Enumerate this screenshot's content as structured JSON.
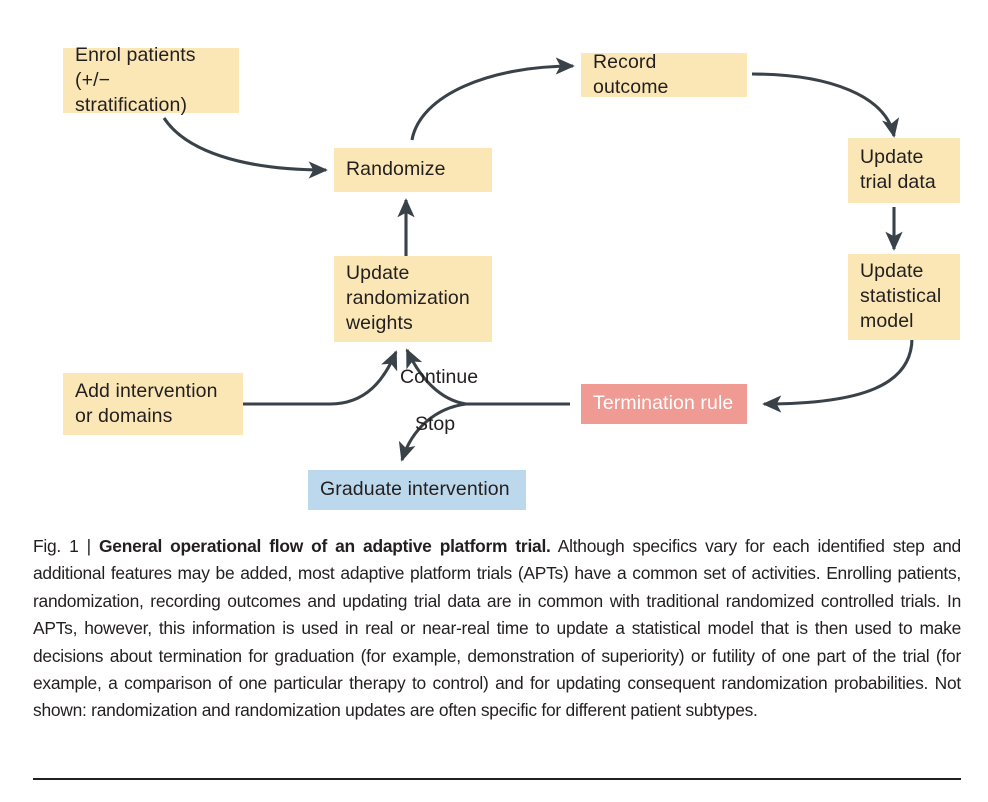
{
  "figure": {
    "nodes": [
      {
        "id": "enrol",
        "label": "Enrol patients\n(+/− stratification)",
        "color": "#fae7b5",
        "style": "amber"
      },
      {
        "id": "randomize",
        "label": "Randomize",
        "color": "#fae7b5",
        "style": "amber"
      },
      {
        "id": "record",
        "label": "Record outcome",
        "color": "#fae7b5",
        "style": "amber"
      },
      {
        "id": "trialdata",
        "label": "Update\ntrial data",
        "color": "#fae7b5",
        "style": "amber"
      },
      {
        "id": "statmodel",
        "label": "Update\nstatistical\nmodel",
        "color": "#fae7b5",
        "style": "amber"
      },
      {
        "id": "termination",
        "label": "Termination rule",
        "color": "#ef9a92",
        "style": "salmon"
      },
      {
        "id": "weights",
        "label": "Update\nrandomization\nweights",
        "color": "#fae7b5",
        "style": "amber"
      },
      {
        "id": "addintv",
        "label": "Add intervention\nor domains",
        "color": "#fae7b5",
        "style": "amber"
      },
      {
        "id": "graduate",
        "label": "Graduate intervention",
        "color": "#bcd8ec",
        "style": "blue"
      }
    ],
    "edge_labels": [
      {
        "id": "continue",
        "label": "Continue"
      },
      {
        "id": "stop",
        "label": "Stop"
      }
    ],
    "arrow_color": "#3a4249"
  },
  "caption": {
    "fig_label": "Fig. 1 | ",
    "title": "General operational flow of an adaptive platform trial.",
    "body": " Although specifics vary for each identified step and additional features may be added, most adaptive platform trials (APTs) have a common set of activities. Enrolling patients, randomization, recording outcomes and updating trial data are in common with traditional randomized controlled trials. In APTs, however, this information is used in real or near-real time to update a statistical model that is then used to make decisions about termination for graduation (for example, demonstration of superiority) or futility of one part of the trial (for example, a comparison of one particular therapy to control) and for updating consequent randomization probabilities. Not shown: randomization and randomization updates are often specific for different patient subtypes."
  }
}
